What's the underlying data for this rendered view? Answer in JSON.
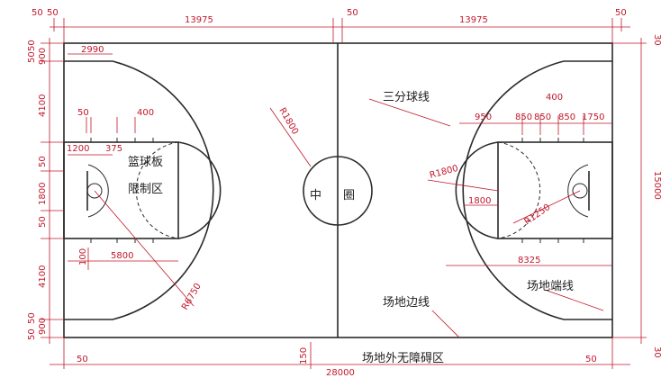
{
  "dimensions": {
    "top_left_50a": "50",
    "top_left_50b": "50",
    "top_half_left": "13975",
    "top_center": "50",
    "top_half_right": "13975",
    "top_right_50": "50",
    "left_50a": "50",
    "left_50b": "50",
    "left_900_top": "900",
    "left_4100_top": "4100",
    "left_50_mid1": "50",
    "left_1800": "1800",
    "left_50_mid2": "50",
    "left_4100_bottom": "4100",
    "left_900_bottom": "900",
    "left_50c": "50",
    "left_50d": "50",
    "right_30_top": "30",
    "right_15000": "15000",
    "right_30_bottom": "30",
    "d2990": "2990",
    "d50": "50",
    "d400_left": "400",
    "d1200": "1200",
    "d375": "375",
    "d100": "100",
    "d5800": "5800",
    "d6750": "R6750",
    "r1800_center": "R1800",
    "r_950": "950",
    "r_850a": "850",
    "r_850b": "850",
    "r_400": "400",
    "r_850c": "850",
    "r_1750": "1750",
    "r_1800_ft": "R1800",
    "r_1800_h": "1800",
    "r_1250": "R1250",
    "r_8325": "8325",
    "bottom_50_left": "50",
    "bottom_150": "150",
    "bottom_28000": "28000",
    "bottom_50_right": "50"
  },
  "labels": {
    "three_point_line": "三分球线",
    "backboard": "篮球板",
    "restricted_area": "限制区",
    "center_circle_a": "中",
    "center_circle_b": "圈",
    "sideline": "场地边线",
    "endline": "场地端线",
    "no_obstacle_zone": "场地外无障碍区"
  },
  "colors": {
    "dimension": "#c0182a",
    "court_lines": "#2a2a2a"
  }
}
